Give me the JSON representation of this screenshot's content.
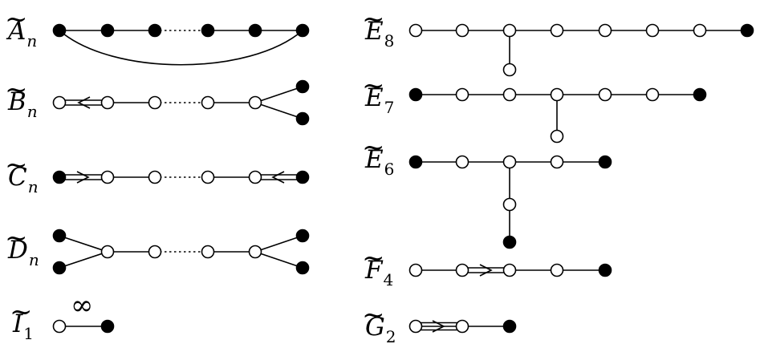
{
  "labels": [
    {
      "id": "A",
      "letter": "A",
      "sub": "n"
    },
    {
      "id": "B",
      "letter": "B",
      "sub": "n"
    },
    {
      "id": "C",
      "letter": "C",
      "sub": "n"
    },
    {
      "id": "D",
      "letter": "D",
      "sub": "n"
    },
    {
      "id": "I",
      "letter": "I",
      "sub": "1"
    },
    {
      "id": "E8",
      "letter": "E",
      "sub": "8"
    },
    {
      "id": "E7",
      "letter": "E",
      "sub": "7"
    },
    {
      "id": "E6",
      "letter": "E",
      "sub": "6"
    },
    {
      "id": "F4",
      "letter": "F",
      "sub": "4"
    },
    {
      "id": "G2",
      "letter": "G",
      "sub": "2"
    }
  ],
  "edge_label_infinity": "∞",
  "colors": {
    "line": "#000000",
    "filled_node": "#000000",
    "open_node": "#ffffff"
  }
}
